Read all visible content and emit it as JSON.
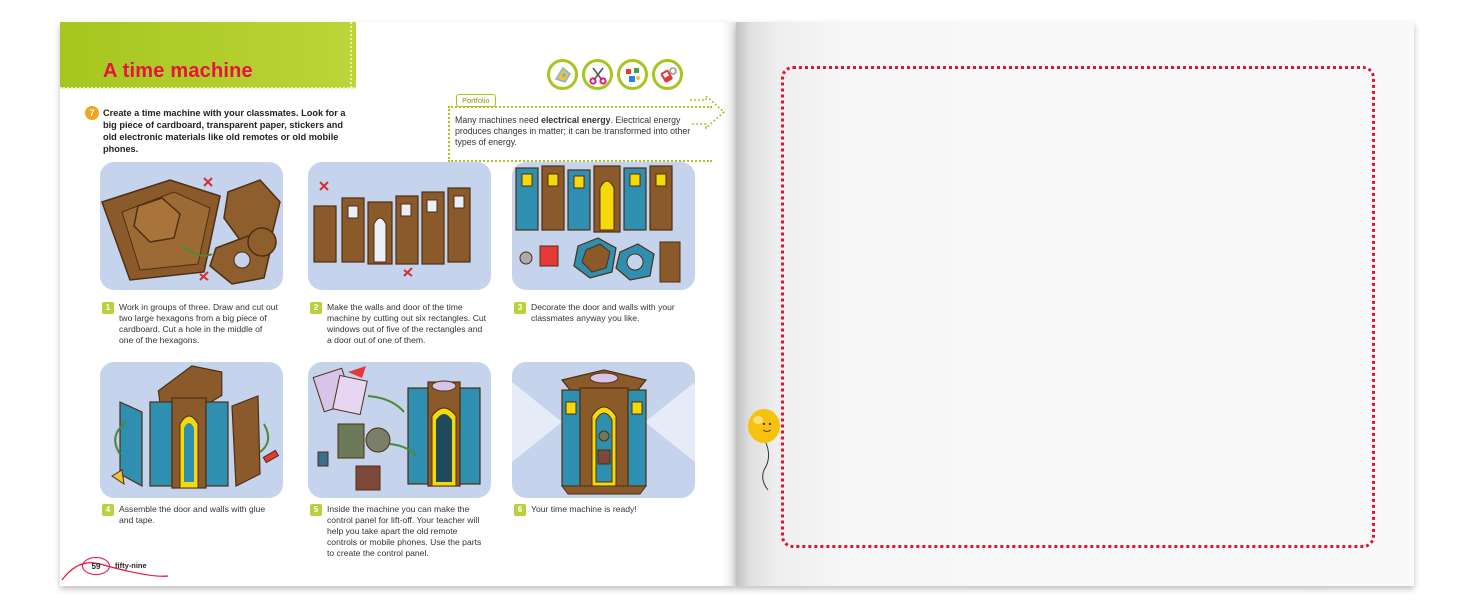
{
  "title": "A time machine",
  "activity": {
    "number": "7",
    "text": "Create a time machine with your classmates. Look for a big piece of cardboard, transparent paper, stickers and old electronic materials like old remotes or old mobile phones."
  },
  "portfolio": {
    "tag": "Portfolio",
    "text_before": "Many machines need ",
    "text_bold": "electrical energy",
    "text_after": ". Electrical energy produces changes in matter; it can be transformed into other types of energy."
  },
  "icons": [
    "cardboard-icon",
    "scissors-icon",
    "stickers-icon",
    "glue-tape-icon"
  ],
  "steps": [
    {
      "num": "1",
      "text": "Work in groups of three. Draw and cut out two large hexagons from a big piece of cardboard. Cut a hole in the middle of one of the hexagons."
    },
    {
      "num": "2",
      "text": "Make the walls and door of the time machine by cutting out six rectangles. Cut windows out of five of the rectangles and a door out of one of them."
    },
    {
      "num": "3",
      "text": "Decorate the door and walls with your classmates anyway you like."
    },
    {
      "num": "4",
      "text": "Assemble the door and walls with glue and tape."
    },
    {
      "num": "5",
      "text": "Inside the machine you can make the control panel for lift-off. Your teacher will help you take apart the old remote controls or mobile phones. Use the parts to create the control panel."
    },
    {
      "num": "6",
      "text": "Your time machine is ready!"
    }
  ],
  "footer": {
    "page_number": "59",
    "page_word": "fifty-nine"
  },
  "colors": {
    "accent_green": "#a6c61f",
    "title_red": "#e5133e",
    "frame_red": "#e0162d",
    "panel_blue": "#c5d3ec"
  }
}
